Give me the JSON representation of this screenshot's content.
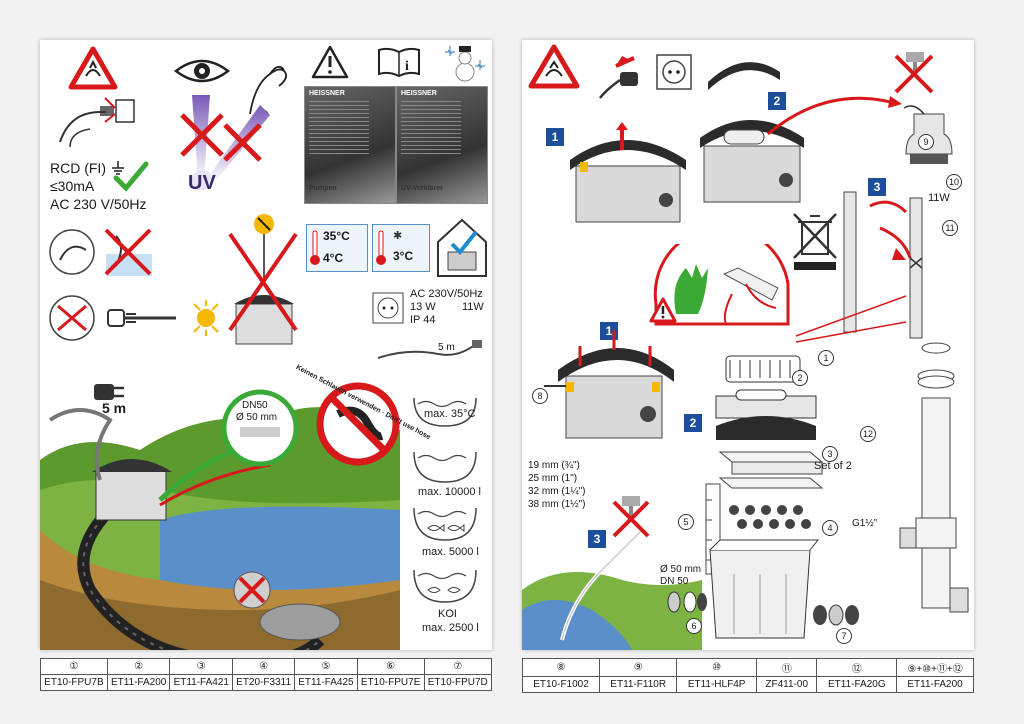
{
  "left_page": {
    "rcd_label_1": "RCD (FI)",
    "rcd_label_2": "≤30mA",
    "rcd_label_3": "AC 230 V/50Hz",
    "uv_label": "UV",
    "leaflet_brand_1": "HEISSNER",
    "leaflet_brand_2": "HEISSNER",
    "leaflet_title_1": "Pumpen",
    "leaflet_title_2": "UV-Vorklärer",
    "temp_high": "35°C",
    "temp_low": "4°C",
    "temp_frost": "3°C",
    "power_spec": "AC 230V/50Hz",
    "watt_13": "13 W",
    "watt_11": "11W",
    "ip_rating": "IP 44",
    "cable_5m_small": "5 m",
    "cable_5m_big": "5 m",
    "dn_label": "DN50",
    "diameter_label": "Ø 50 mm",
    "hose_warning": "Keinen Schlauch verwenden · Don't use hose",
    "max_temp": "max. 35°C",
    "max_10000": "max. 10000 l",
    "max_5000": "max. 5000 l",
    "koi_label": "KOI",
    "max_2500": "max. 2500 l"
  },
  "right_page": {
    "step_1a": "1",
    "step_2a": "2",
    "step_3a": "3",
    "step_1b": "1",
    "step_2b": "2",
    "step_3b": "3",
    "label_11w": "11W",
    "set_of_2": "Set of 2",
    "hose_sizes": [
      "19 mm (¾\")",
      "25 mm (1\")",
      "32 mm (1¼\")",
      "38 mm (1½\")"
    ],
    "outlet_diameter": "Ø 50 mm",
    "outlet_dn": "DN 50",
    "thread_label": "G1½\"",
    "callouts": [
      "1",
      "2",
      "3",
      "4",
      "5",
      "6",
      "7",
      "8",
      "9",
      "10",
      "11",
      "12"
    ]
  },
  "parts_left": {
    "numbers": [
      "①",
      "②",
      "③",
      "④",
      "⑤",
      "⑥",
      "⑦"
    ],
    "codes": [
      "ET10-FPU7B",
      "ET11-FA200",
      "ET11-FA421",
      "ET20-F3311",
      "ET11-FA425",
      "ET10-FPU7E",
      "ET10-FPU7D"
    ]
  },
  "parts_right": {
    "numbers": [
      "⑧",
      "⑨",
      "⑩",
      "⑪",
      "⑫",
      "⑨+⑩+⑪+⑫"
    ],
    "codes": [
      "ET10-F1002",
      "ET11-F110R",
      "ET11-HLF4P",
      "ZF411-00",
      "ET11-FA20G",
      "ET11-FA200"
    ]
  },
  "colors": {
    "warning_red": "#d7191c",
    "step_blue": "#1d4e9a",
    "check_green": "#3aa935",
    "water_blue": "#5b8fc9",
    "grass_green": "#5c9a2e"
  }
}
